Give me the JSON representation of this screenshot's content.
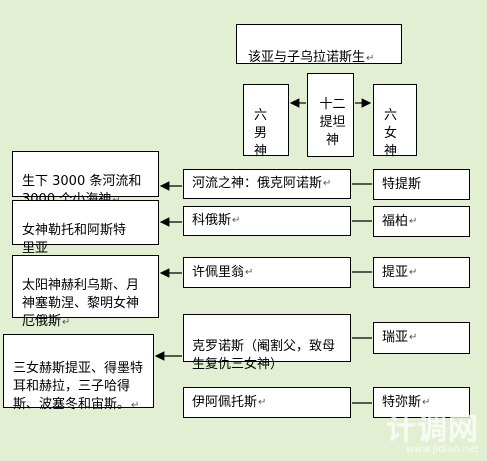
{
  "top": {
    "text": "该亚与子乌拉诺斯生"
  },
  "row1": {
    "left": "六\n男\n神",
    "mid": "十二\n提坦\n神",
    "right": "六\n女\n神"
  },
  "children": [
    {
      "name": "生下 3000 条河流和\n3000 个小海神"
    },
    {
      "name": "女神勒托和阿斯特\n里亚"
    },
    {
      "name": "太阳神赫利乌斯、月\n神塞勒涅、黎明女神\n厄俄斯"
    },
    {
      "name": "三女赫斯提亚、得墨特\n耳和赫拉，三子哈得\n斯、波塞冬和宙斯。"
    }
  ],
  "males": [
    {
      "name": "河流之神：俄克阿诺斯"
    },
    {
      "name": "科俄斯"
    },
    {
      "name": "许佩里翁"
    },
    {
      "name": "克罗诺斯（阉割父，致母\n生复仇三女神）"
    },
    {
      "name": "伊阿佩托斯"
    }
  ],
  "females": [
    {
      "name": "特提斯"
    },
    {
      "name": "福柏"
    },
    {
      "name": "提亚"
    },
    {
      "name": "瑞亚"
    },
    {
      "name": "特弥斯"
    }
  ],
  "return_mark": "↵",
  "watermark": {
    "text": "计调网",
    "url": "www.jidiao.net"
  }
}
